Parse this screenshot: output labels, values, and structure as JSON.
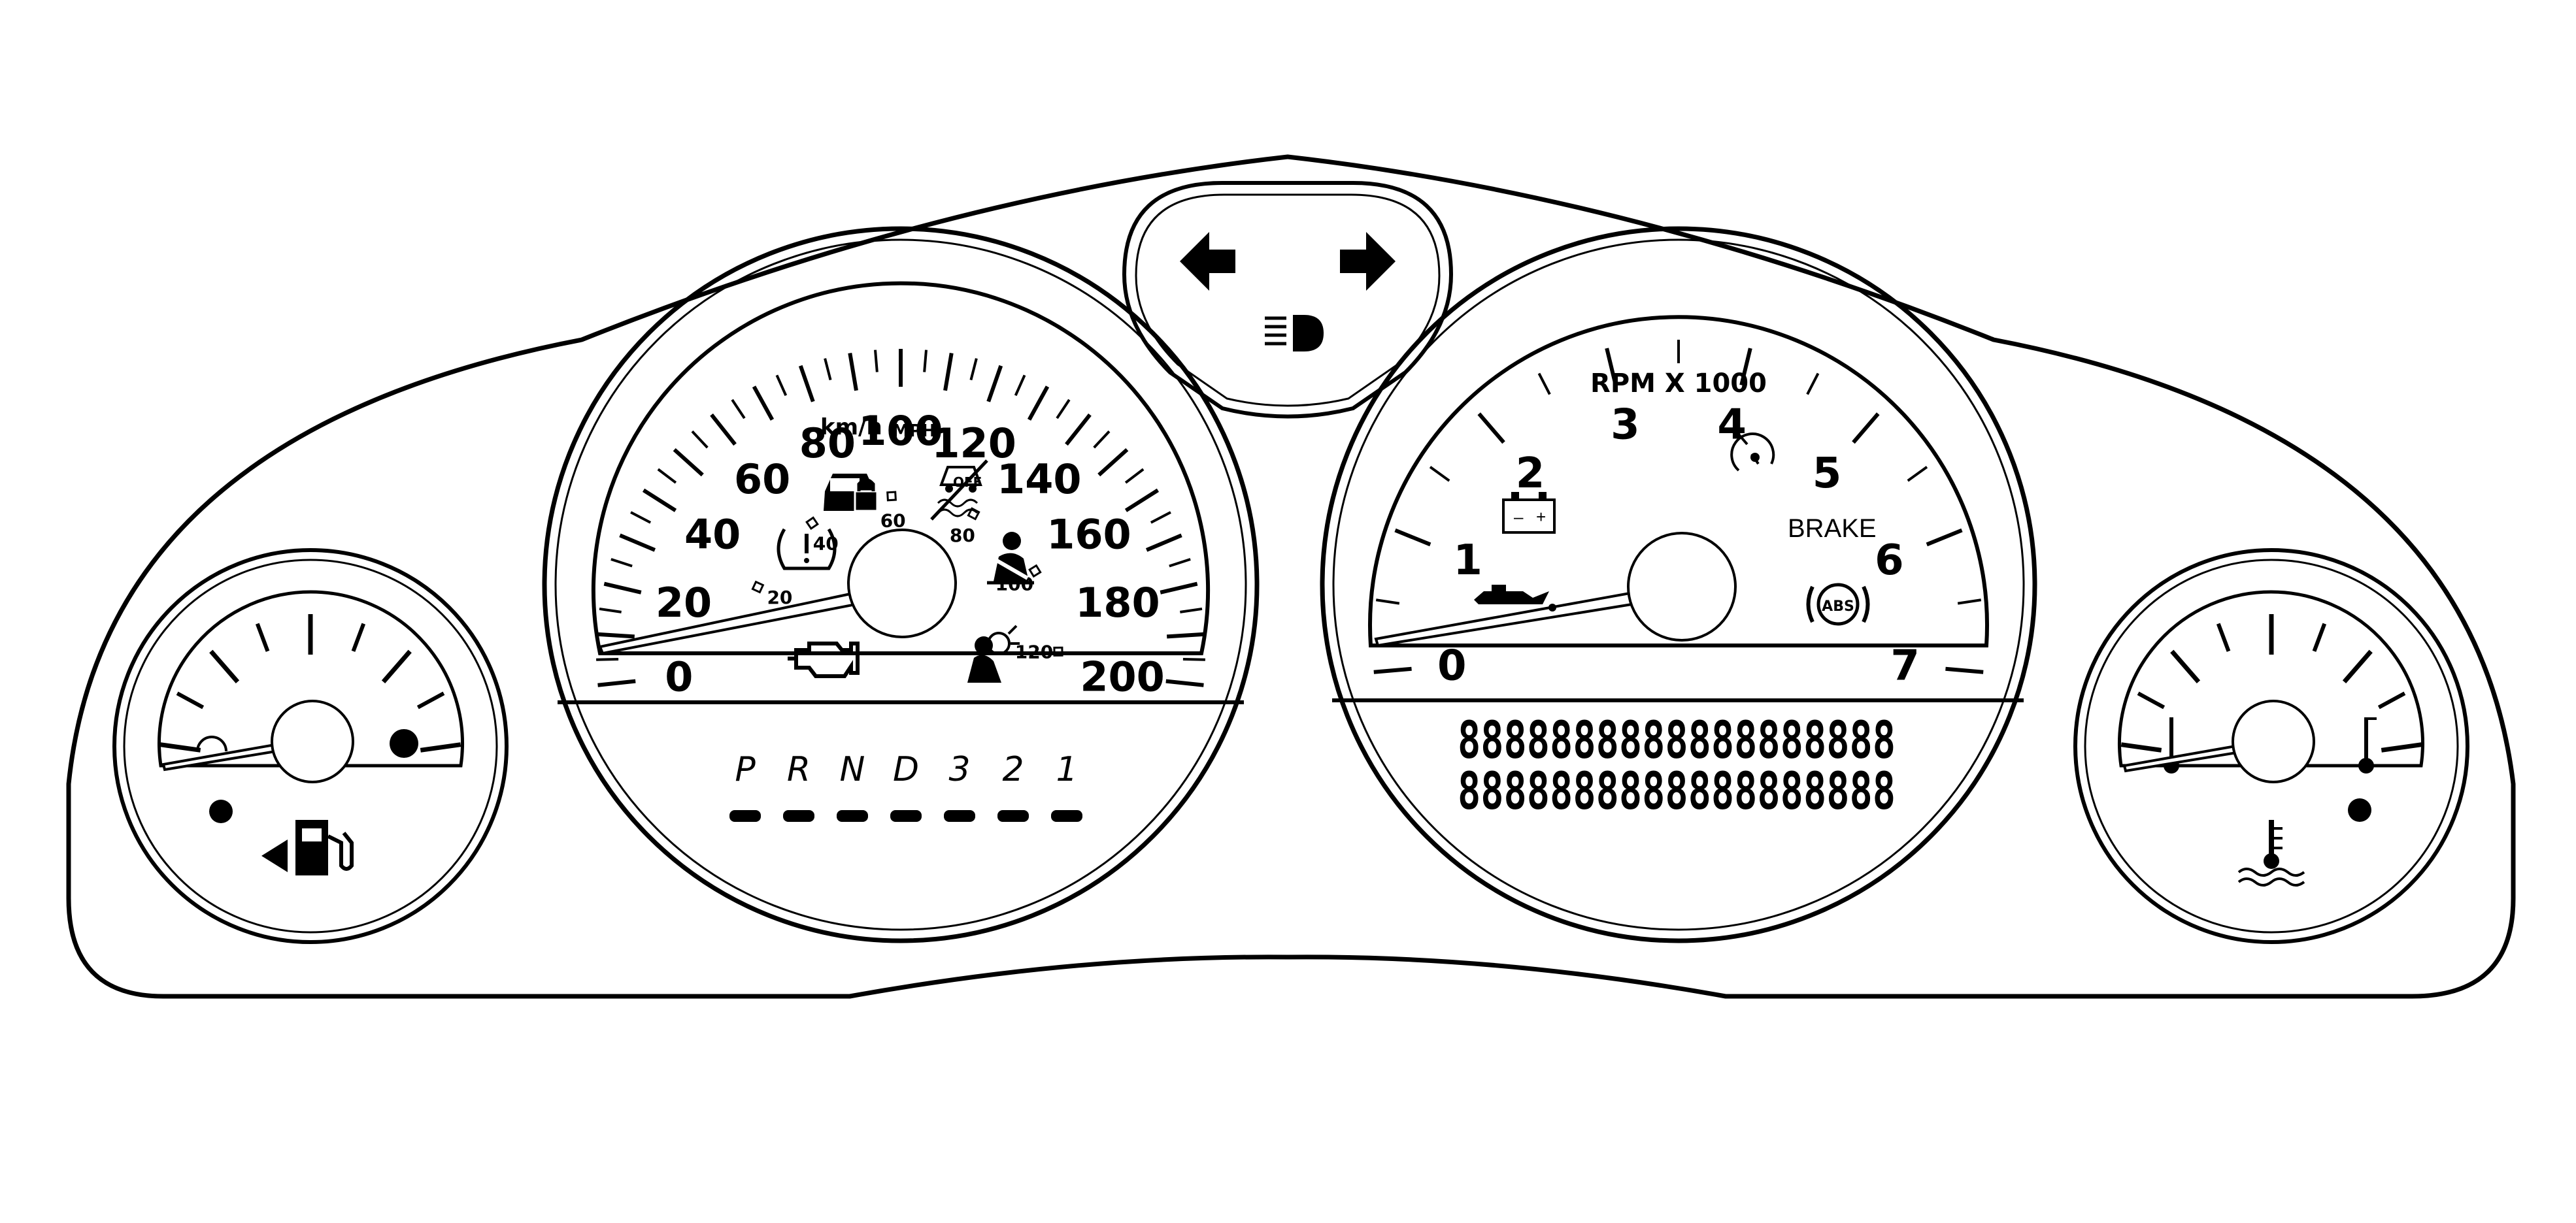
{
  "speedometer": {
    "kmh_labels": [
      "0",
      "20",
      "40",
      "60",
      "80",
      "100",
      "120",
      "140",
      "160",
      "180",
      "200"
    ],
    "kmh_max": 200,
    "mph_labels": [
      "20",
      "40",
      "60",
      "80",
      "100",
      "120"
    ],
    "unit_kmh": "km/h",
    "unit_mph": "MPH"
  },
  "tachometer": {
    "labels": [
      "0",
      "1",
      "2",
      "3",
      "4",
      "5",
      "6",
      "7"
    ],
    "max": 7,
    "unit_label": "RPM X 1000",
    "brake_label": "BRAKE",
    "abs_label": "ABS"
  },
  "prndl": {
    "gears": [
      "P",
      "R",
      "N",
      "D",
      "3",
      "2",
      "1"
    ]
  },
  "message_center": {
    "line1": "8888888888888888888",
    "line2": "8888888888888888888"
  },
  "battery": {
    "minus": "–",
    "plus": "+"
  },
  "icons": [
    "turn-left-arrow-icon",
    "turn-right-arrow-icon",
    "high-beam-icon",
    "security-icon",
    "traction-off-icon",
    "tire-pressure-icon",
    "seatbelt-icon",
    "check-engine-icon",
    "airbag-icon",
    "battery-icon",
    "oil-pressure-icon",
    "cruise-icon",
    "abs-icon",
    "fuel-pump-icon",
    "fuel-door-arrow-icon",
    "coolant-temperature-icon"
  ]
}
